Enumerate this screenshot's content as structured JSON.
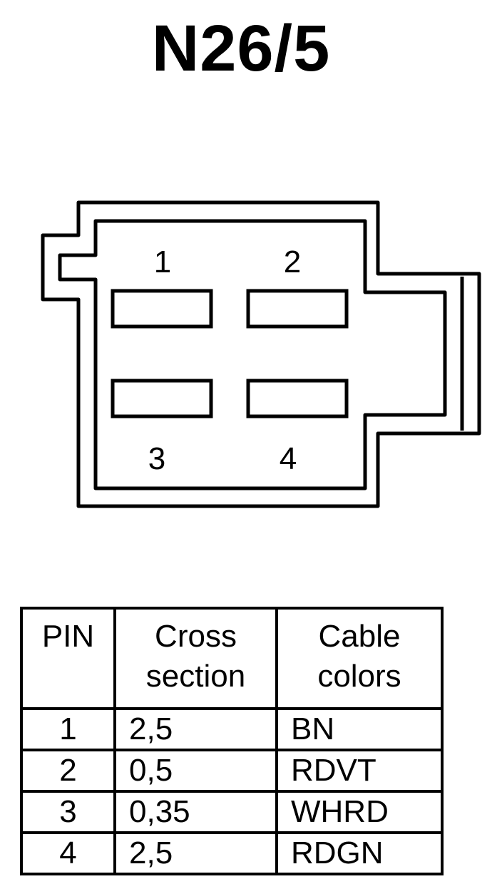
{
  "title": "N26/5",
  "connector": {
    "pin_labels": [
      "1",
      "2",
      "3",
      "4"
    ]
  },
  "table": {
    "headers": {
      "pin": "PIN",
      "cross_section": [
        "Cross",
        "section"
      ],
      "cable_colors": [
        "Cable",
        "colors"
      ]
    },
    "rows": [
      {
        "pin": "1",
        "cross_section": "2,5",
        "color": "BN"
      },
      {
        "pin": "2",
        "cross_section": "0,5",
        "color": "RDVT"
      },
      {
        "pin": "3",
        "cross_section": "0,35",
        "color": "WHRD"
      },
      {
        "pin": "4",
        "cross_section": "2,5",
        "color": "RDGN"
      }
    ]
  }
}
